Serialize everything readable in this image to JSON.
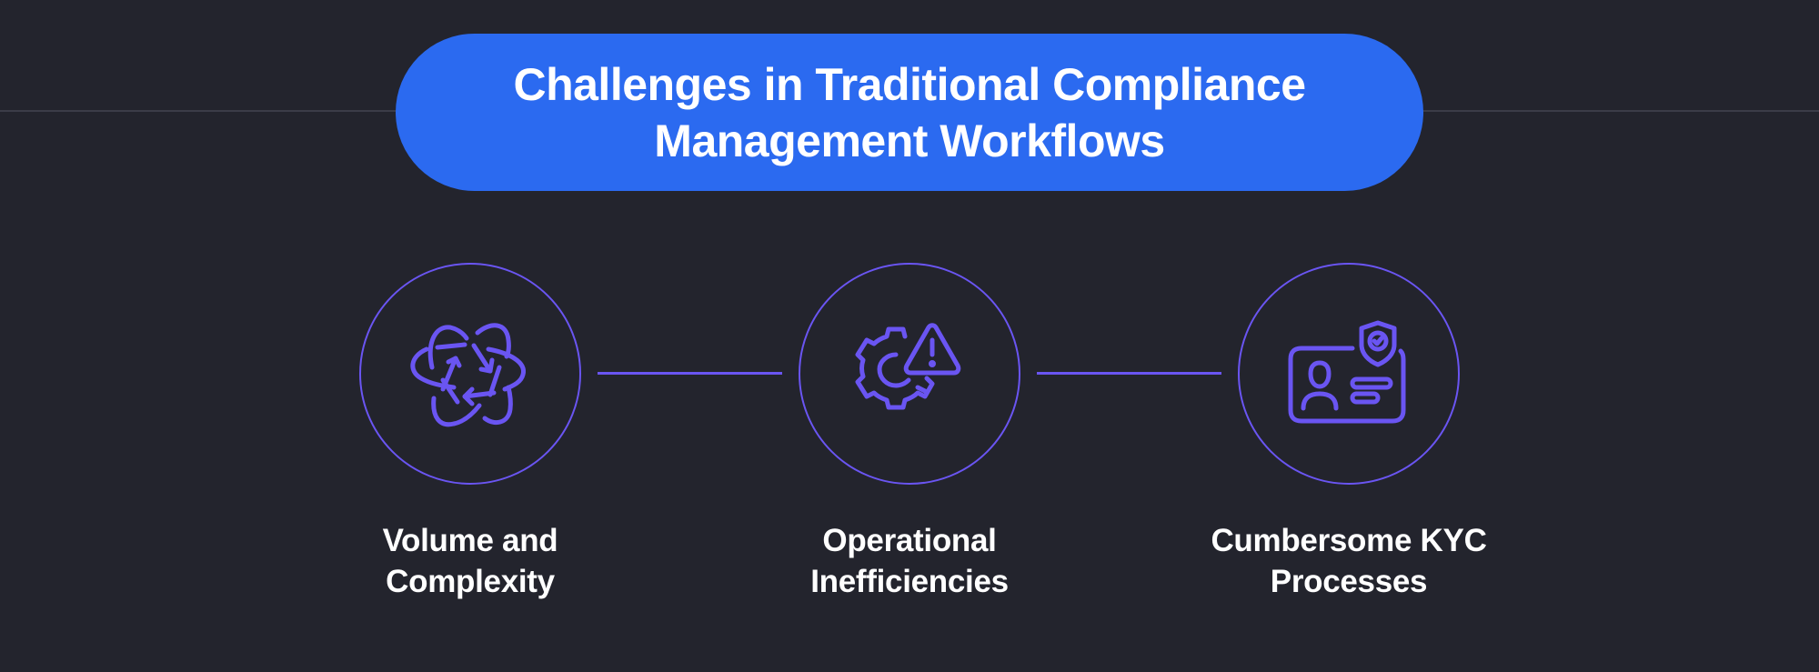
{
  "header": {
    "title_line1": "Challenges in Traditional Compliance",
    "title_line2": "Management Workflows"
  },
  "colors": {
    "background": "#23242d",
    "pill": "#2b6af0",
    "accent": "#6a55f2",
    "text": "#ffffff",
    "divider": "#3b3c48"
  },
  "steps": [
    {
      "icon": "orbit-arrows-icon",
      "label_line1": "Volume and",
      "label_line2": "Complexity"
    },
    {
      "icon": "gear-warning-icon",
      "label_line1": "Operational",
      "label_line2": "Inefficiencies"
    },
    {
      "icon": "id-card-shield-icon",
      "label_line1": "Cumbersome KYC",
      "label_line2": "Processes"
    }
  ]
}
